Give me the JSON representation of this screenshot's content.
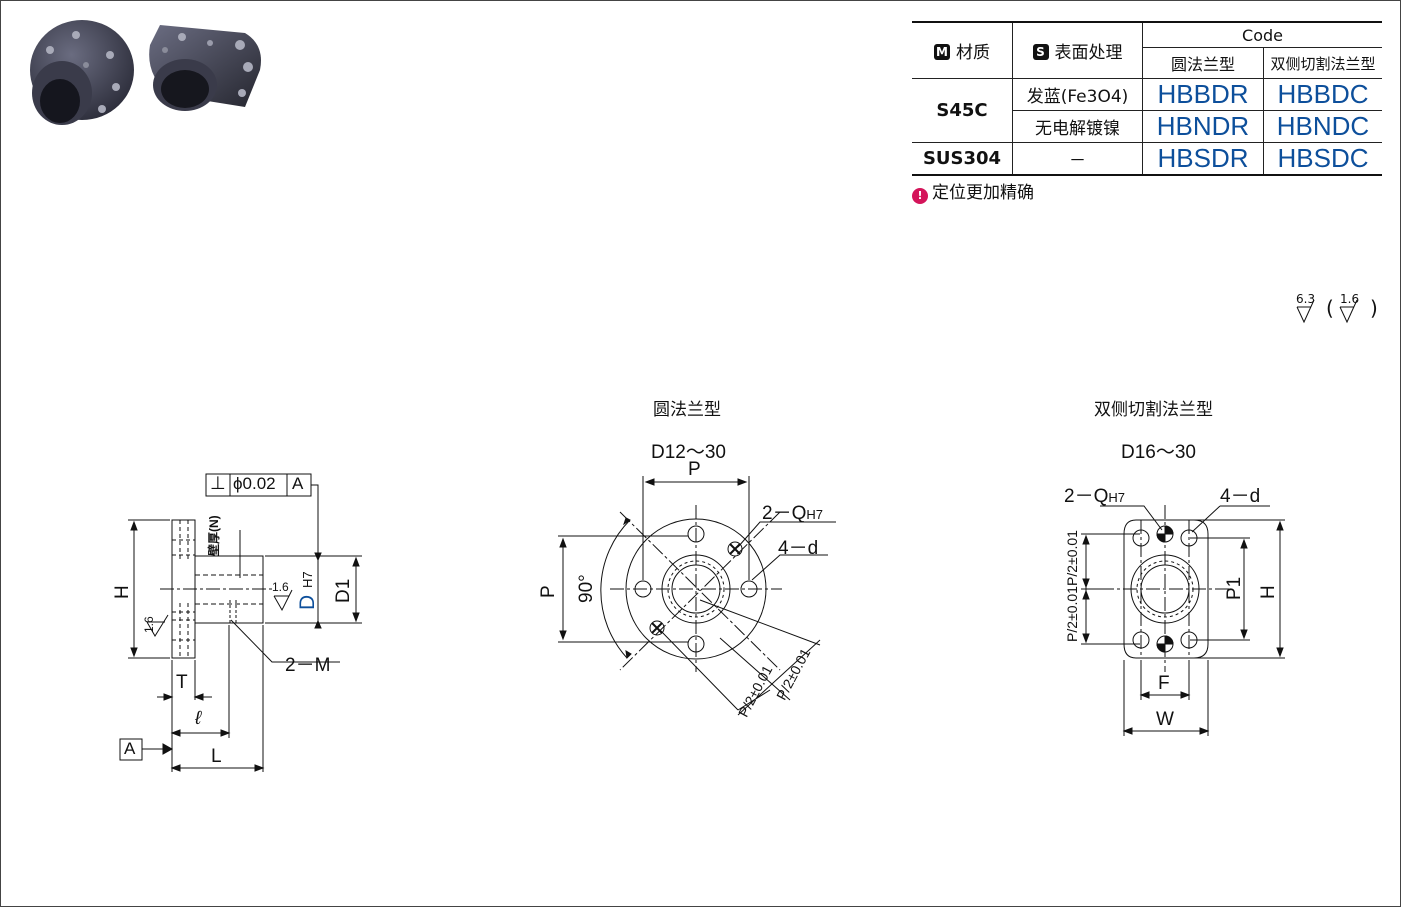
{
  "table": {
    "header_material": "材质",
    "header_surface": "表面处理",
    "header_code": "Code",
    "header_round": "圆法兰型",
    "header_cut": "双侧切割法兰型",
    "badge_m": "M",
    "badge_s": "S",
    "rows": [
      {
        "material": "S45C",
        "surface": "发蓝(Fe3O4)",
        "round_code": "HBBDR",
        "cut_code": "HBBDC"
      },
      {
        "material": "",
        "surface": "无电解镀镍",
        "round_code": "HBNDR",
        "cut_code": "HBNDC"
      },
      {
        "material": "SUS304",
        "surface": "－",
        "round_code": "HBSDR",
        "cut_code": "HBSDC"
      }
    ]
  },
  "note": {
    "icon": "!",
    "text": "定位更加精确"
  },
  "roughness": {
    "main": "6.3",
    "bracket": "1.6"
  },
  "side_view": {
    "tolerance_symbol": "⊥",
    "tolerance_value": "ϕ0.02",
    "datum": "A",
    "wall_thickness": "壁厚(N)",
    "roughness": "1.6",
    "roughness2": "1.6",
    "label_D": "D",
    "label_H7": "H7",
    "label_D1": "D1",
    "label_H": "H",
    "label_T": "T",
    "label_l": "ℓ",
    "label_L": "L",
    "label_M": "2－M",
    "datum_ref": "A"
  },
  "round_view": {
    "title": "圆法兰型",
    "range": "D12～30",
    "label_P_top": "P",
    "label_P_left": "P",
    "angle": "90°",
    "label_Q": "2－Q",
    "label_Q_sub": "H7",
    "label_d": "4－d",
    "label_half1": "P/2±0.01",
    "label_half2": "P/2±0.01"
  },
  "cut_view": {
    "title": "双侧切割法兰型",
    "range": "D16～30",
    "label_Q": "2－Q",
    "label_Q_sub": "H7",
    "label_d": "4－d",
    "label_half_top": "P/2±0.01",
    "label_half_bottom": "P/2±0.01",
    "label_P1": "P1",
    "label_H": "H",
    "label_F": "F",
    "label_W": "W"
  }
}
